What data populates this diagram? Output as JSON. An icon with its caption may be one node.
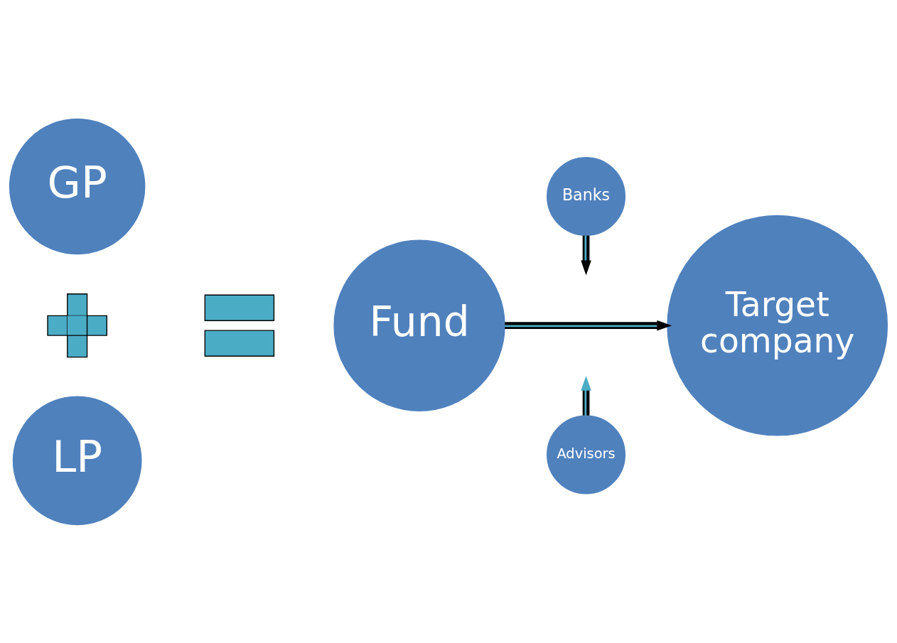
{
  "diagram": {
    "nodes": [
      {
        "text": [
          "GP"
        ]
      },
      {
        "text": [],
        "shape": "plus"
      },
      {
        "text": [
          "LP"
        ]
      },
      {
        "text": [],
        "shape": "equals"
      },
      {
        "text": [
          "Fund"
        ]
      },
      {
        "text": [
          "Banks"
        ]
      },
      {
        "text": [
          "Target company"
        ]
      },
      {
        "text": [
          "Advisors"
        ]
      }
    ],
    "edges": [
      {
        "from": 4,
        "to": 6,
        "arrow": "to"
      },
      {
        "from": 5,
        "to": null,
        "arrow": "to"
      },
      {
        "from": 7,
        "to": null,
        "arrow": "to"
      }
    ]
  }
}
